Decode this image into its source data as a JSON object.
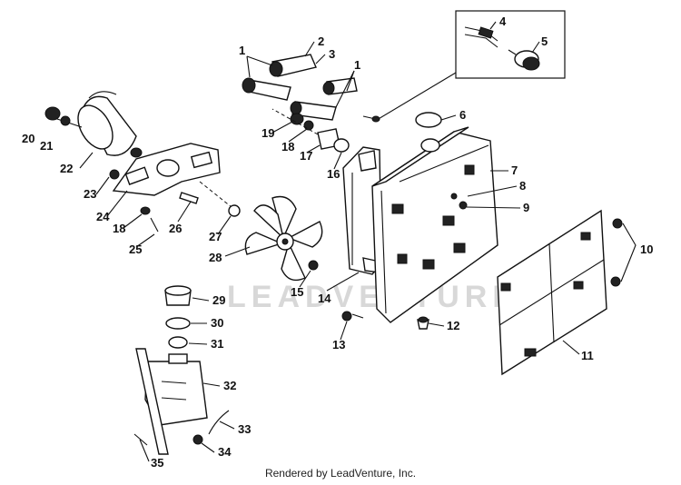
{
  "footer": {
    "credit": "Rendered by LeadVenture, Inc."
  },
  "watermark": "LEADVENTURE",
  "callouts": [
    "1",
    "1",
    "2",
    "3",
    "4",
    "5",
    "6",
    "7",
    "8",
    "9",
    "10",
    "11",
    "12",
    "13",
    "14",
    "15",
    "16",
    "17",
    "18",
    "18",
    "19",
    "20",
    "21",
    "22",
    "23",
    "24",
    "25",
    "26",
    "27",
    "28",
    "29",
    "30",
    "31",
    "32",
    "33",
    "34",
    "35"
  ]
}
